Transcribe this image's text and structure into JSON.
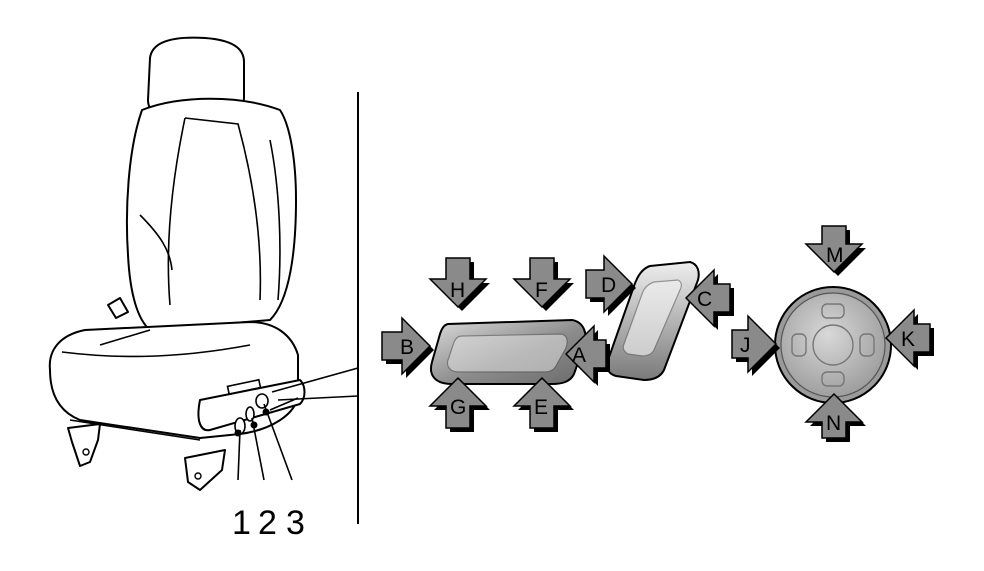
{
  "callouts": [
    "1",
    "2",
    "3"
  ],
  "arrows": {
    "A": "A",
    "B": "B",
    "C": "C",
    "D": "D",
    "E": "E",
    "F": "F",
    "G": "G",
    "H": "H",
    "J": "J",
    "K": "K",
    "M": "M",
    "N": "N"
  },
  "colors": {
    "arrow_fill": "#8a8a8a",
    "arrow_shadow": "#000000",
    "control_gray": "#9a9a9a",
    "knob_fill": "#c8c8c8"
  }
}
